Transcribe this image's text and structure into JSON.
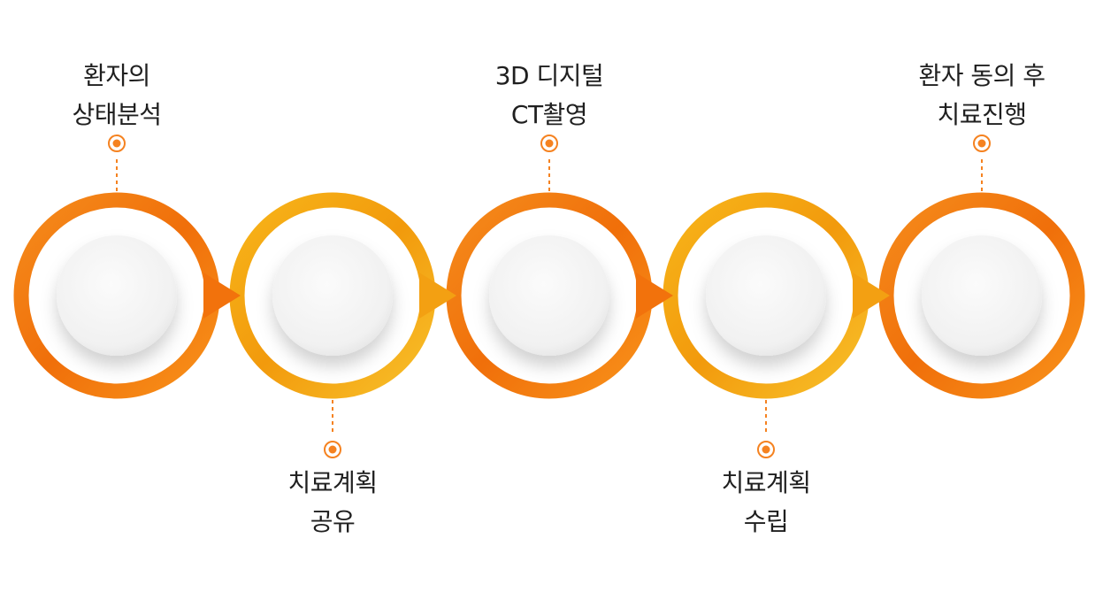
{
  "process": {
    "steps": [
      {
        "line1": "환자의",
        "line2": "상태분석",
        "ring": "orange",
        "label_position": "top"
      },
      {
        "line1": "치료계획",
        "line2": "공유",
        "ring": "yellow",
        "label_position": "bottom"
      },
      {
        "line1": "3D 디지털",
        "line2": "CT촬영",
        "ring": "orange",
        "label_position": "top"
      },
      {
        "line1": "치료계획",
        "line2": "수립",
        "ring": "yellow",
        "label_position": "bottom"
      },
      {
        "line1": "환자 동의 후",
        "line2": "치료진행",
        "ring": "orange",
        "label_position": "top"
      }
    ]
  },
  "colors": {
    "orange_ring": "#f37d0e",
    "yellow_ring": "#f4a90c",
    "orange_arrow": "#f2720c",
    "yellow_arrow": "#f3a012",
    "marker": "#f58220",
    "inner_disc": "#f4f4f4",
    "text": "#1f1f1f"
  }
}
